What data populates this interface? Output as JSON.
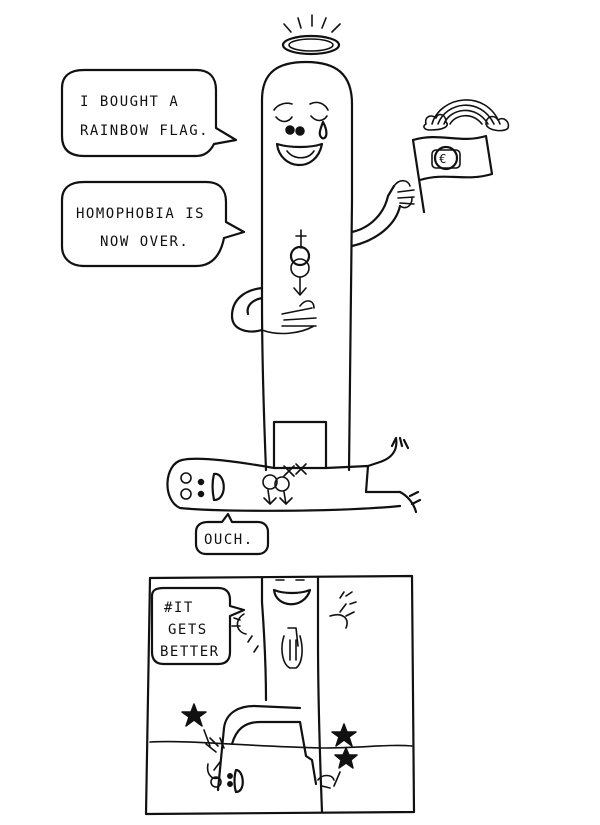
{
  "panel_top": {
    "speech_bubble_1": {
      "line1": "I BOUGHT A",
      "line2": "RAINBOW FLAG."
    },
    "speech_bubble_2": {
      "line1": "HOMOPHOBIA IS",
      "line2": "NOW OVER."
    },
    "speech_bubble_3": {
      "text": "OUCH."
    },
    "flag_symbol": "€"
  },
  "panel_bottom": {
    "speech_bubble": {
      "line1": "#IT",
      "line2": "GETS",
      "line3": "BETTER"
    }
  }
}
